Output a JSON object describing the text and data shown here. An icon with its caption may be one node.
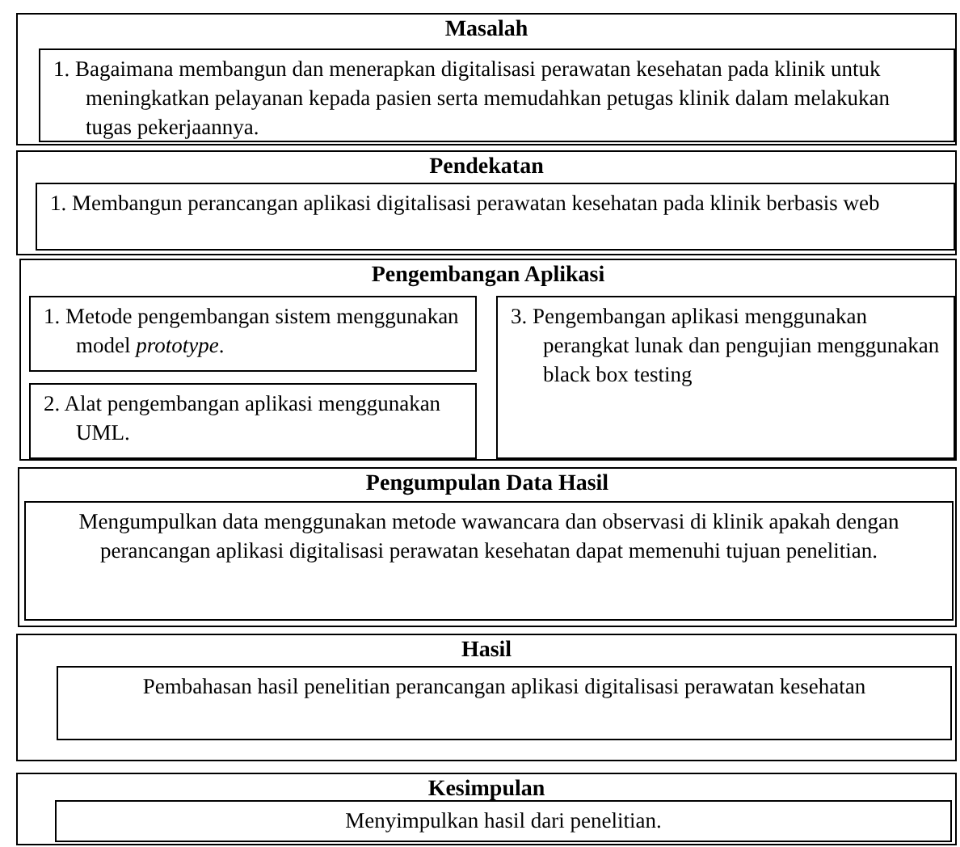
{
  "diagram": {
    "nodes": [
      {
        "text": [
          "Masalah"
        ]
      },
      {
        "text": [
          "1. Bagaimana membangun dan menerapkan digitalisasi perawatan kesehatan pada klinik untuk meningkatkan pelayanan kepada pasien serta memudahkan petugas klinik dalam melakukan tugas pekerjaannya."
        ],
        "in": 0
      },
      {
        "text": [
          "Pendekatan"
        ]
      },
      {
        "text": [
          "1. Membangun perancangan aplikasi digitalisasi perawatan kesehatan pada klinik berbasis web"
        ],
        "in": 2
      },
      {
        "text": [
          "Pengembangan Aplikasi"
        ]
      },
      {
        "text": [
          "1. Metode pengembangan sistem menggunakan model *prototype*."
        ],
        "in": 4
      },
      {
        "text": [
          "2. Alat pengembangan aplikasi menggunakan UML."
        ],
        "in": 4
      },
      {
        "text": [
          "3. Pengembangan aplikasi menggunakan perangkat lunak dan pengujian menggunakan black box testing"
        ],
        "in": 4
      },
      {
        "text": [
          "Pengumpulan Data Hasil"
        ]
      },
      {
        "text": [
          "Mengumpulkan data menggunakan metode wawancara dan observasi di klinik apakah dengan perancangan aplikasi digitalisasi perawatan kesehatan dapat memenuhi tujuan penelitian."
        ],
        "in": 8
      },
      {
        "text": [
          "Hasil"
        ]
      },
      {
        "text": [
          "Pembahasan hasil penelitian perancangan aplikasi digitalisasi perawatan kesehatan"
        ],
        "in": 10
      },
      {
        "text": [
          "Kesimpulan"
        ]
      },
      {
        "text": [
          "Menyimpulkan hasil dari penelitian."
        ],
        "in": 12
      }
    ]
  }
}
